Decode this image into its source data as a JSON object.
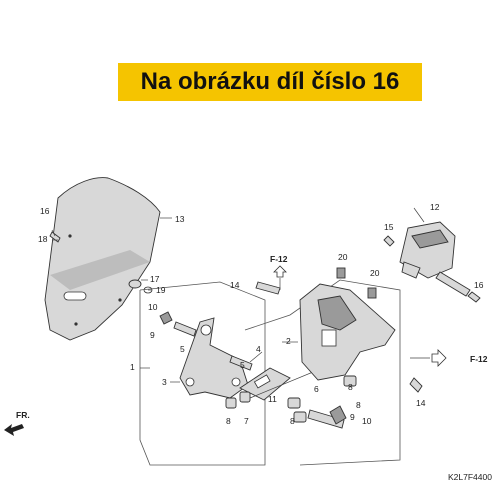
{
  "banner": {
    "text": "Na obrázku díl číslo 16",
    "background": "#f5c400"
  },
  "diagram_code": "K2L7F4400",
  "front_label": "FR.",
  "ref_labels": [
    "F-12",
    "F-12"
  ],
  "callouts": [
    "1",
    "2",
    "3",
    "4",
    "5",
    "5",
    "6",
    "7",
    "8",
    "8",
    "8",
    "8",
    "9",
    "9",
    "10",
    "10",
    "11",
    "12",
    "13",
    "14",
    "14",
    "15",
    "16",
    "16",
    "17",
    "18",
    "19",
    "20",
    "20"
  ],
  "icons": {
    "front_arrow": "front-arrow-icon",
    "ref_arrow": "reference-arrow-icon"
  }
}
